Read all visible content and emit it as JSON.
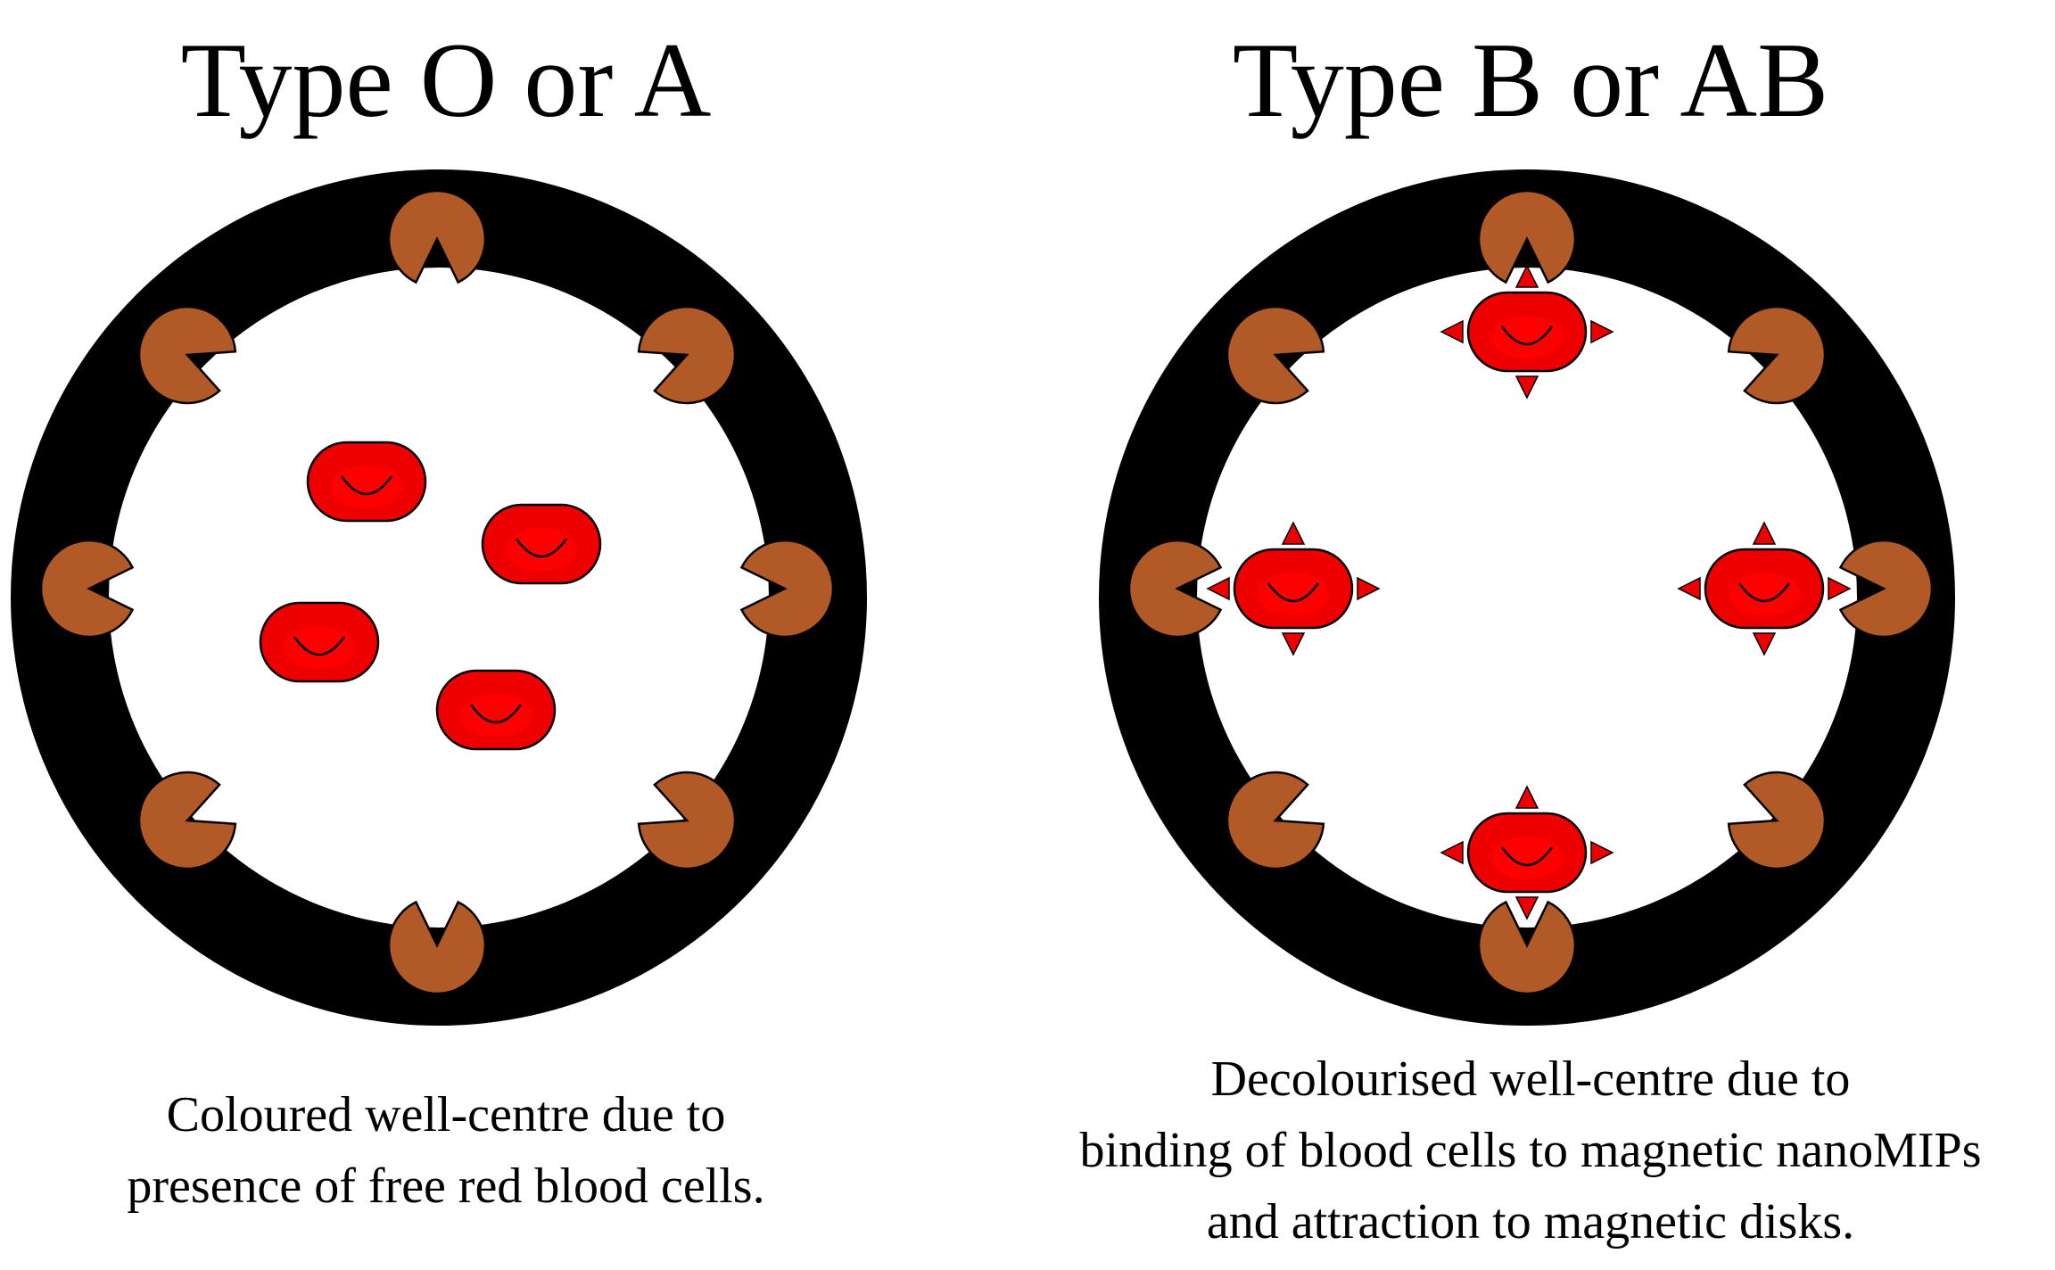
{
  "panels": [
    {
      "title": "Type O or A",
      "caption": [
        "Coloured well-centre due to",
        "presence of free red blood cells."
      ]
    },
    {
      "title": "Type B or AB",
      "caption": [
        "Decolourised well-centre due to",
        "binding of blood cells to magnetic nanoMIPs",
        "and attraction to magnetic disks."
      ]
    }
  ],
  "colors": {
    "ring": "#000000",
    "well": "#ffffff",
    "disk": "#b15a28",
    "cell": "#ee0000",
    "cell_highlight": "#ff0000",
    "arrow": "#ee0000",
    "outline": "#000000"
  }
}
